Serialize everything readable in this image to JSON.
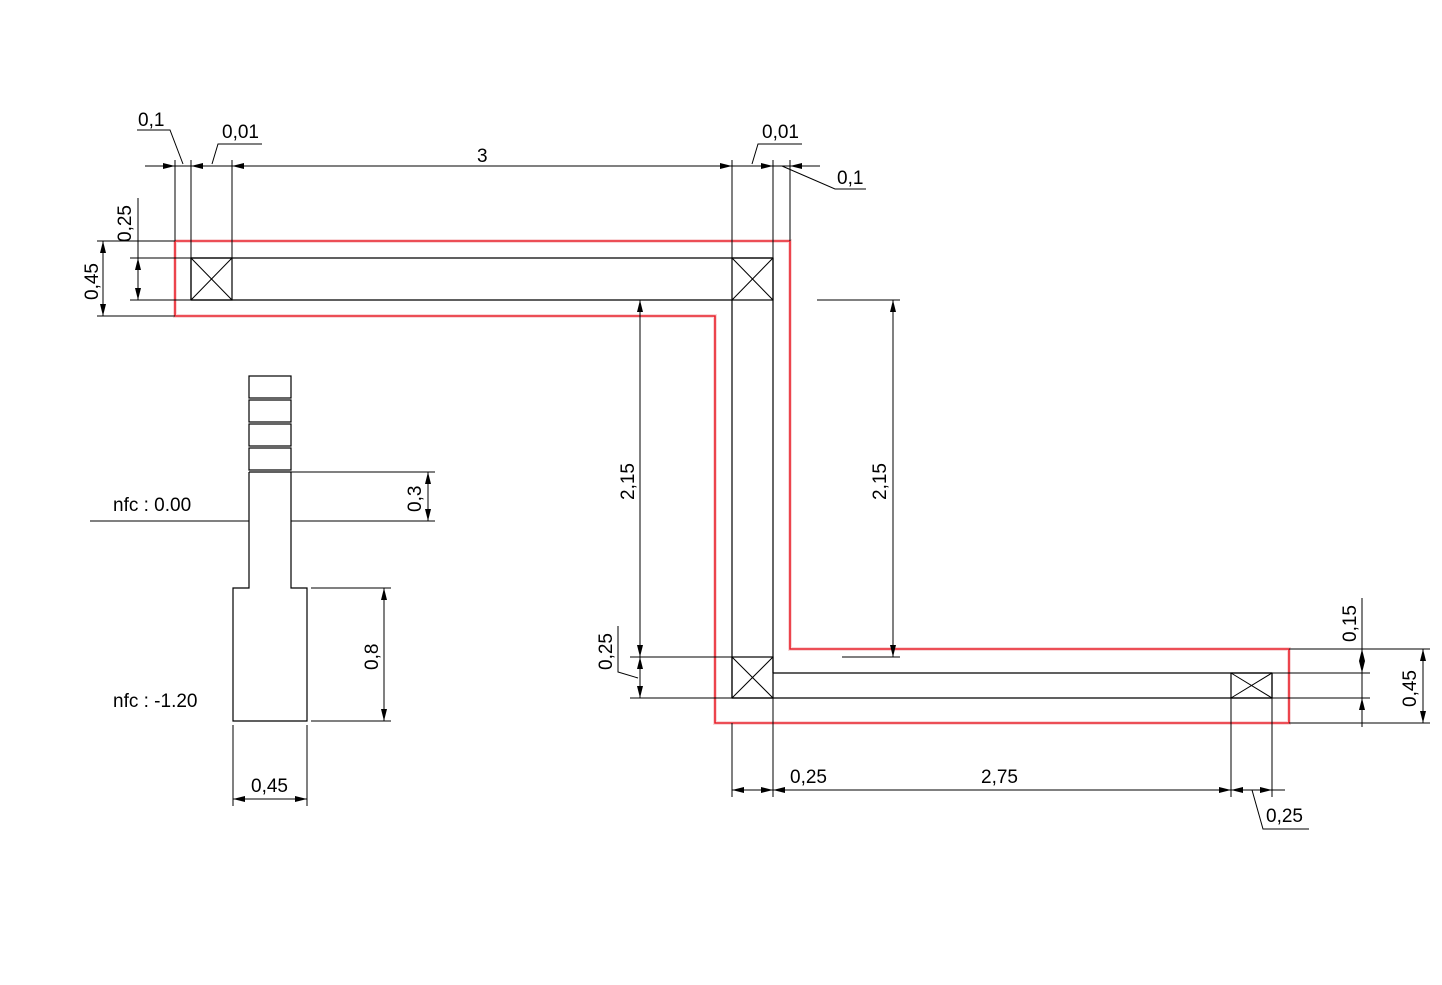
{
  "plan": {
    "dims": {
      "top_edge_offset": "0,1",
      "top_gap_left": "0,01",
      "top_length": "3",
      "top_gap_right": "0,01",
      "top_edge_right": "0,1",
      "left_band": "0,25",
      "left_width": "0,45",
      "vertical_left": "2,15",
      "vertical_right": "2,15",
      "bottom_band_left": "0,25",
      "bottom_col": "0,25",
      "bottom_length": "2,75",
      "bottom_end": "0,25",
      "right_band": "0,15",
      "right_width": "0,45"
    }
  },
  "section": {
    "levels": {
      "ground": "nfc : 0.00",
      "base": "nfc : -1.20"
    },
    "dims": {
      "embed": "0,3",
      "footing_height": "0,8",
      "footing_width": "0,45"
    }
  },
  "colors": {
    "outline": "#e8202a",
    "lines": "#000000"
  }
}
